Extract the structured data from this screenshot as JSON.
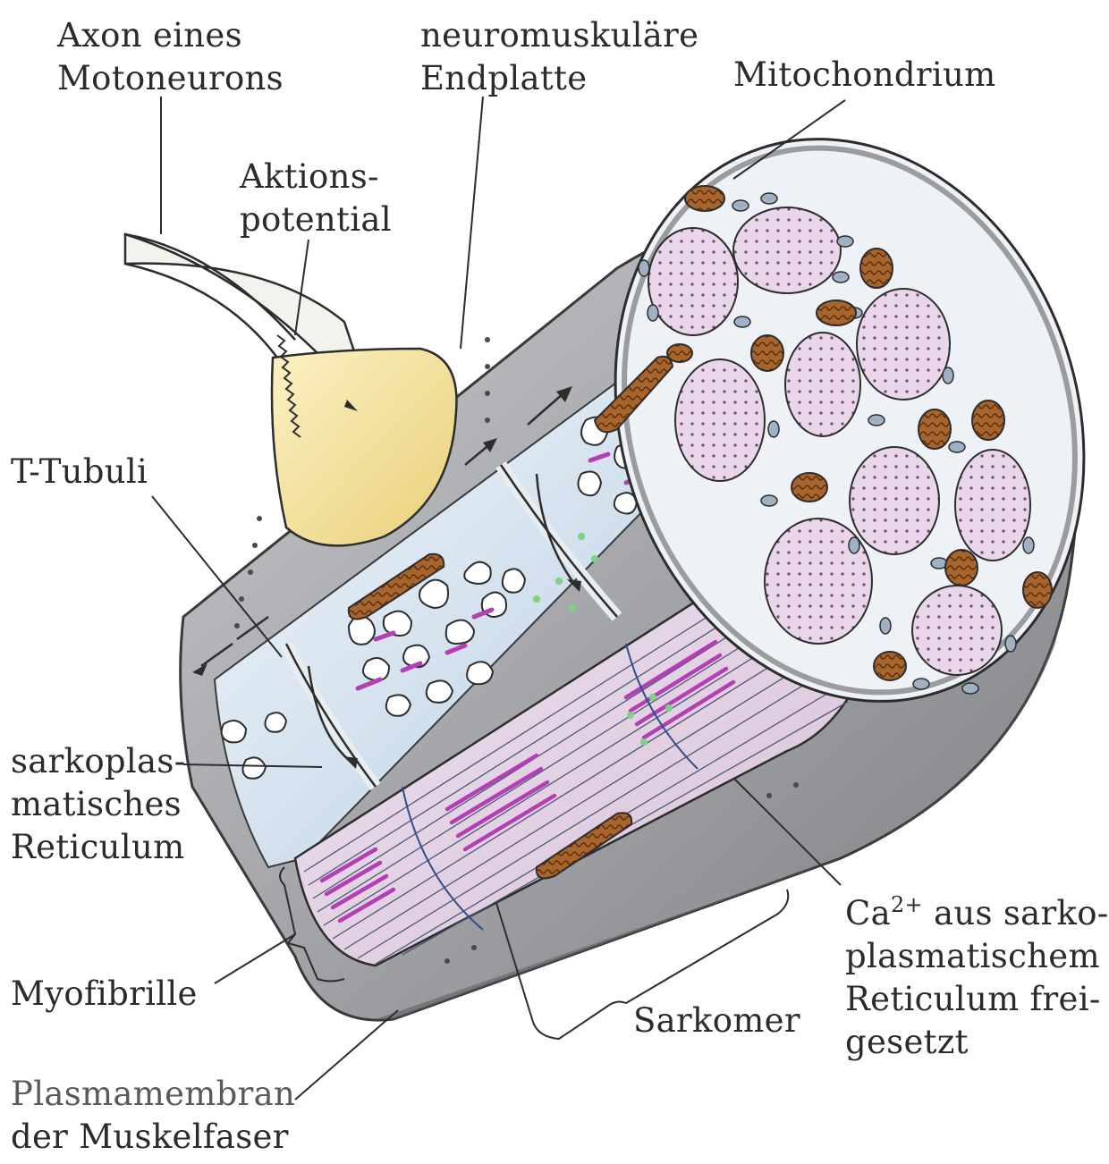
{
  "labels": {
    "axon": [
      "Axon eines",
      "Motoneurons"
    ],
    "endplate": [
      "neuromuskuläre",
      "Endplatte"
    ],
    "mitochondrium": "Mitochondrium",
    "action_potential": [
      "Aktions-",
      "potential"
    ],
    "t_tubuli": "T-Tubuli",
    "sr": [
      "sarkoplas-",
      "matisches",
      "Reticulum"
    ],
    "myofibrille": "Myofibrille",
    "plasmamembran": [
      "Plasmamembran",
      "der Muskelfaser"
    ],
    "sarkomer": "Sarkomer",
    "calcium": {
      "line1_prefix": "Ca",
      "line1_sup": "2+",
      "line1_suffix": " aus sarko-",
      "line2": "plasmatischem",
      "line3": "Reticulum frei-",
      "line4": "gesetzt"
    }
  },
  "colors": {
    "fiber_gray": "#a9abae",
    "fiber_dark": "#6f7175",
    "cross_section": "#eef1f5",
    "myofibril_pink": "#e6d2e6",
    "myosin_magenta": "#b43fb4",
    "sr_blue": "#c9dbe9",
    "mitochondrion": "#9a5a22",
    "endplate_yellow": "#f3e3a0",
    "calcium_green": "#7fd27f",
    "ink": "#2b2b2b"
  }
}
